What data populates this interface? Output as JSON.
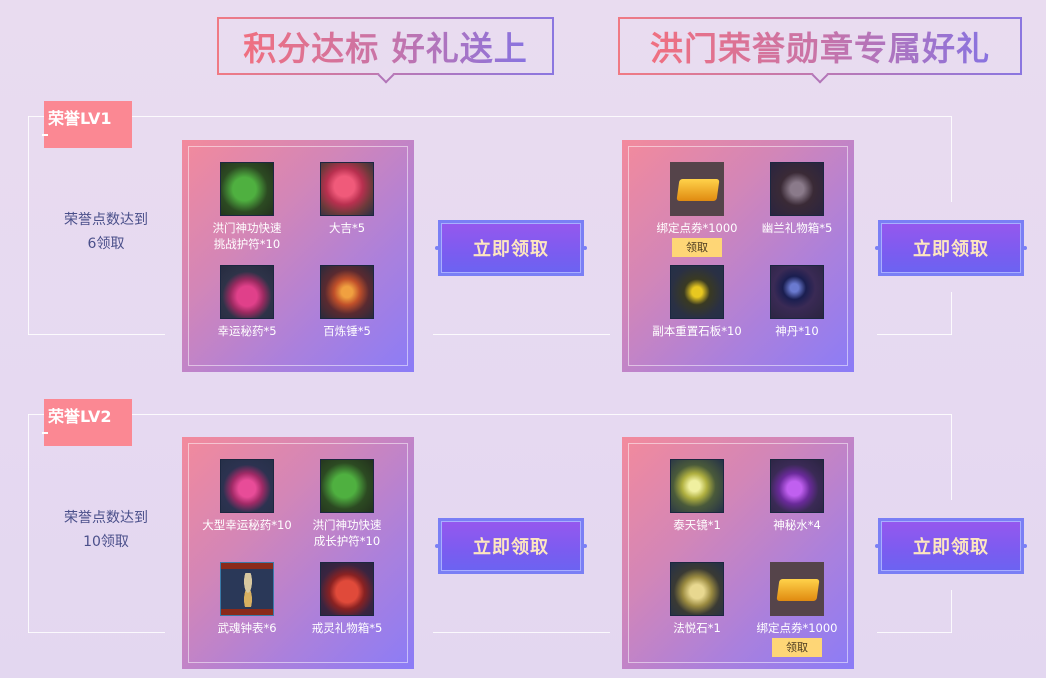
{
  "banners": {
    "left": "积分达标 好礼送上",
    "right": "洪门荣誉勋章专属好礼"
  },
  "colors": {
    "background": "#e8dbf0",
    "level_tag": "#fb8893",
    "gift_box_start": "#f38a9c",
    "gift_box_end": "#8b7cf7",
    "button": "#7a5cf0",
    "button_text": "#fde6c0",
    "claim_badge": "#fed676",
    "condition_text": "#4a4f8a"
  },
  "levels": [
    {
      "tag": "荣誉LV1",
      "condition": "荣誉点数达到\n6领取",
      "condition_line1": "荣誉点数达到",
      "condition_line2": "6领取",
      "points_gift": {
        "items": [
          {
            "icon": "amulet-green-icon",
            "name": "洪门神功快速\n挑战护符*10"
          },
          {
            "icon": "daji-red-charm-icon",
            "name": "大吉*5"
          },
          {
            "icon": "pink-potion-jar-icon",
            "name": "幸运秘药*5"
          },
          {
            "icon": "forging-hammer-icon",
            "name": "百炼锤*5"
          }
        ],
        "claim_button": "立即领取"
      },
      "medal_gift": {
        "items": [
          {
            "icon": "point-voucher-icon",
            "name": "绑定点券*1000",
            "badge": "领取"
          },
          {
            "icon": "orchid-gift-chest-icon",
            "name": "幽兰礼物箱*5"
          },
          {
            "icon": "dungeon-reset-tablet-icon",
            "name": "副本重置石板*10"
          },
          {
            "icon": "divine-pill-orb-icon",
            "name": "神丹*10"
          }
        ],
        "claim_button": "立即领取"
      }
    },
    {
      "tag": "荣誉LV2",
      "condition_line1": "荣誉点数达到",
      "condition_line2": "10领取",
      "points_gift": {
        "items": [
          {
            "icon": "large-luck-potion-icon",
            "name": "大型幸运秘药*10"
          },
          {
            "icon": "amulet-green-icon",
            "name": "洪门神功快速\n成长护符*10"
          },
          {
            "icon": "hourglass-icon",
            "name": "武魂钟表*6"
          },
          {
            "icon": "red-gift-chest-icon",
            "name": "戒灵礼物箱*5"
          }
        ],
        "claim_button": "立即领取"
      },
      "medal_gift": {
        "items": [
          {
            "icon": "taitian-mirror-icon",
            "name": "泰天镜*1"
          },
          {
            "icon": "mystic-water-flask-icon",
            "name": "神秘水*4"
          },
          {
            "icon": "fayue-stone-icon",
            "name": "法悦石*1"
          },
          {
            "icon": "point-voucher-icon",
            "name": "绑定点券*1000",
            "badge": "领取"
          }
        ],
        "claim_button": "立即领取"
      }
    }
  ]
}
